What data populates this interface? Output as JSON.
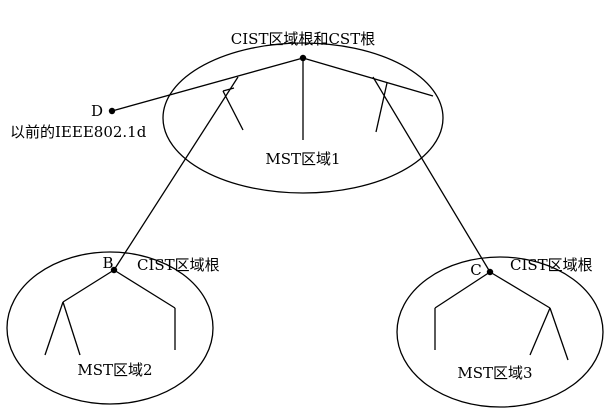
{
  "regions": {
    "top": {
      "root_label": "CIST区域根和CST根",
      "name": "MST区域1"
    },
    "left": {
      "node": "B",
      "root_label": "CIST区域根",
      "name": "MST区域2"
    },
    "right": {
      "node": "C",
      "root_label": "CIST区域根",
      "name": "MST区域3"
    }
  },
  "external": {
    "node": "D",
    "label": "以前的IEEE802.1d"
  }
}
